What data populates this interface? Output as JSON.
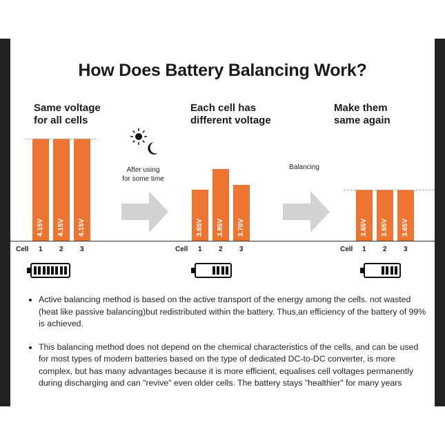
{
  "title": "How Does Battery Balancing Work?",
  "headings": [
    "Same voltage\nfor all cells",
    "Each cell has\ndifferent voltage",
    "Make them\nsame again"
  ],
  "captions": {
    "after_using": "After using\nfor some time",
    "balancing": "Balancing"
  },
  "cell_label": "Cell",
  "cell_numbers": [
    "1",
    "2",
    "3"
  ],
  "groups": [
    {
      "name": "same",
      "voltages": [
        4.15,
        4.15,
        4.15
      ],
      "labels": [
        "4.15V",
        "4.15V",
        "4.15V"
      ],
      "battery_segments": 8
    },
    {
      "name": "different",
      "voltages": [
        3.65,
        3.85,
        3.7
      ],
      "labels": [
        "3.65V",
        "3.85V",
        "3.70V"
      ],
      "battery_segments": 4
    },
    {
      "name": "balanced",
      "voltages": [
        3.65,
        3.65,
        3.65
      ],
      "labels": [
        "3.65V",
        "3.65V",
        "3.65V"
      ],
      "battery_segments": 4
    }
  ],
  "colors": {
    "bar": "#ee7431",
    "arrow": "#d2d2d2",
    "battery": "#111111"
  },
  "icons": [
    "sun-icon",
    "moon-icon",
    "arrow-right-icon",
    "battery-icon"
  ],
  "bullets": [
    "Active balancing method is based on the active transport of the energy among the cells. not wasted (heat like passive balancing)but redistributed within the battery. Thus,an efficiency of the battery of 99% is achieved.",
    "This balancing method does not depend on the chemical characteristics of the cells, and can be used for most types of modern batteries  based on the type of dedicated DC-to-DC converter, is more complex, but has many advantages because it is more efficient, equalises cell voltages permanently during discharging and can \"revive\" even older cells. The battery stays \"healthier\" for many years"
  ]
}
